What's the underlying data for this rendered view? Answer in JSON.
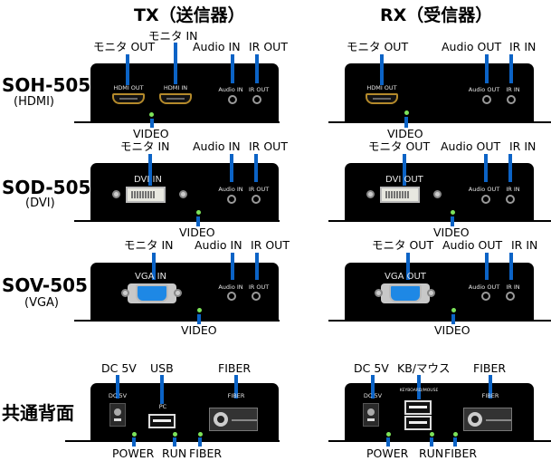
{
  "headers": {
    "tx": "TX（送信器）",
    "rx": "RX（受信器）"
  },
  "rows": [
    {
      "model": "SOH-505",
      "type": "(HDMI)",
      "tx": {
        "callouts": [
          "モニタ OUT",
          "モニタ IN",
          "Audio IN",
          "IR OUT"
        ],
        "panel_labels": [
          "HDMI OUT",
          "HDMI IN",
          "Audio IN",
          "IR OUT"
        ],
        "led_label": "VIDEO",
        "led_callout": "VIDEO"
      },
      "rx": {
        "callouts": [
          "モニタ OUT",
          "Audio OUT",
          "IR IN"
        ],
        "panel_labels": [
          "HDMI OUT",
          "Audio OUT",
          "IR IN"
        ],
        "led_label": "VIDEO",
        "led_callout": "VIDEO"
      }
    },
    {
      "model": "SOD-505",
      "type": "(DVI)",
      "tx": {
        "callouts": [
          "モニタ IN",
          "Audio IN",
          "IR OUT"
        ],
        "panel_labels": [
          "DVI IN",
          "Audio IN",
          "IR OUT"
        ],
        "led_label": "VIDEO",
        "led_callout": "VIDEO"
      },
      "rx": {
        "callouts": [
          "モニタ OUT",
          "Audio OUT",
          "IR IN"
        ],
        "panel_labels": [
          "DVI OUT",
          "Audio OUT",
          "IR IN"
        ],
        "led_label": "VIDEO",
        "led_callout": "VIDEO"
      }
    },
    {
      "model": "SOV-505",
      "type": "(VGA)",
      "tx": {
        "callouts": [
          "モニタ IN",
          "Audio IN",
          "IR OUT"
        ],
        "panel_labels": [
          "VGA IN",
          "Audio IN",
          "IR OUT"
        ],
        "led_label": "VIDEO",
        "led_callout": "VIDEO"
      },
      "rx": {
        "callouts": [
          "モニタ OUT",
          "Audio OUT",
          "IR IN"
        ],
        "panel_labels": [
          "VGA OUT",
          "Audio OUT",
          "IR IN"
        ],
        "led_label": "VIDEO",
        "led_callout": "VIDEO"
      }
    }
  ],
  "rear": {
    "title": "共通背面",
    "tx": {
      "callouts": [
        "DC 5V",
        "USB",
        "FIBER"
      ],
      "panel_labels": [
        "DC 5V",
        "PC",
        "FIBER"
      ],
      "led_labels": [
        "POWER",
        "RUN",
        "FIBER"
      ],
      "led_callouts": [
        "POWER",
        "RUN",
        "FIBER"
      ]
    },
    "rx": {
      "callouts": [
        "DC 5V",
        "KB/マウス",
        "FIBER"
      ],
      "panel_labels": [
        "DC 5V",
        "KEYBOARD/MOUSE",
        "FIBER"
      ],
      "led_labels": [
        "POWER",
        "RUN",
        "FIBER"
      ],
      "led_callouts": [
        "POWER",
        "RUN",
        "FIBER"
      ]
    }
  },
  "colors": {
    "panel": "#000000",
    "callout_bar": "#0b63c6",
    "led": "#7de35a",
    "vga_port": "#1e88e5",
    "hdmi_port": "#b48a2b"
  }
}
